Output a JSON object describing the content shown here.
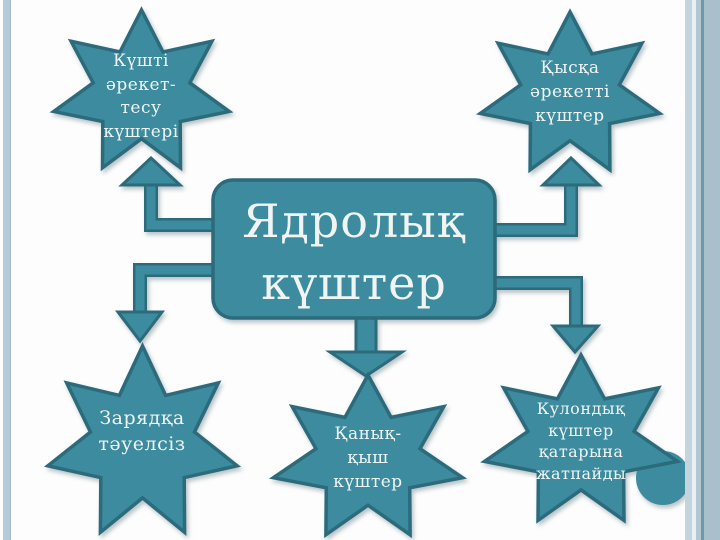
{
  "slide": {
    "background": "#fdfdfd",
    "shape_fill": "#3d8b9e",
    "shape_border": "#2c6b7b",
    "text_color": "#f0f5f4",
    "left_stripe_color": "#b5cbd9",
    "right_stripe_dark_line": "#6e96ac"
  },
  "diagram": {
    "center": {
      "text": "Ядролық\nкүштер"
    },
    "stars": [
      {
        "position": "top-left",
        "text": "Күшті\nәрекет-\nтесу\nкүштері"
      },
      {
        "position": "top-right",
        "text": "Қысқа\nәрекетті\nкүштер"
      },
      {
        "position": "bottom-left",
        "text": "Зарядқа\nтәуелсіз"
      },
      {
        "position": "bottom-center",
        "text": "Қанық-\nқыш\nкүштер"
      },
      {
        "position": "bottom-right",
        "text": "Кулондық\nкүштер\nқатарына\nжатпайды"
      }
    ]
  }
}
